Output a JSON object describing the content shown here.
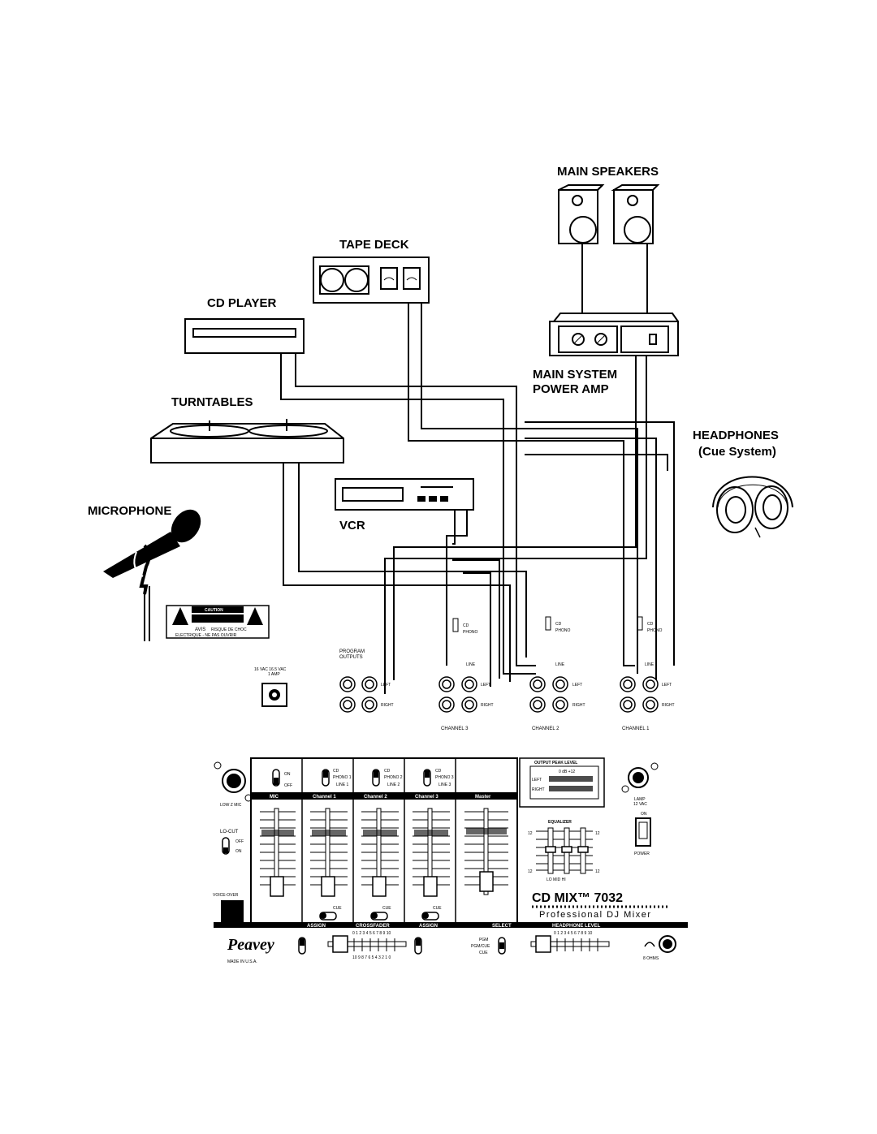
{
  "labels": {
    "main_speakers": "MAIN SPEAKERS",
    "tape_deck": "TAPE DECK",
    "cd_player": "CD PLAYER",
    "power_amp_line1": "MAIN SYSTEM",
    "power_amp_line2": "POWER AMP",
    "turntables": "TURNTABLES",
    "headphones_line1": "HEADPHONES",
    "headphones_line2": "(Cue System)",
    "microphone": "MICROPHONE",
    "vcr": "VCR"
  },
  "caution": {
    "title": "CAUTION",
    "avis": "AVIS",
    "avis_text": "RISQUE DE CHOC",
    "avis_text2": "ELECTRIQUE - NE PAS OUVRIR"
  },
  "rear_panel": {
    "program": "PROGRAM",
    "outputs": "OUTPUTS",
    "power_in": "16 VAC   16.5 VAC",
    "amp": "1 AMP",
    "left": "LEFT",
    "right": "RIGHT",
    "line": "LINE",
    "cd": "CD",
    "phono": "PHONO",
    "channel3": "CHANNEL  3",
    "channel2": "CHANNEL  2",
    "channel1": "CHANNEL  1"
  },
  "mixer": {
    "low_z_mic": "LOW Z MIC",
    "lo_cut": "LO-CUT",
    "off": "OFF",
    "on": "ON",
    "voice_over": "VOICE-OVER",
    "strip_headers": [
      "MIC",
      "Channel 1",
      "Channel 2",
      "Channel 3",
      "Master"
    ],
    "ch1_sel": [
      "CD",
      "PHONO 1",
      "LINE 1"
    ],
    "ch2_sel": [
      "CD",
      "PHONO 2",
      "LINE 2"
    ],
    "ch3_sel": [
      "CD",
      "PHONO 3",
      "LINE 3"
    ],
    "cue": "CUE",
    "output_peak_level": "OUTPUT PEAK LEVEL",
    "peak_scale": "0 dB   +12",
    "peak_left": "LEFT",
    "peak_right": "RIGHT",
    "equalizer": "EQUALIZER",
    "eq_bands": "LO    MID    HI",
    "eq_scale_top": "12",
    "lamp": "LAMP",
    "lamp_vac": "12 VAC",
    "power_on": "ON",
    "power": "POWER",
    "model": "CD MIX™ 7032",
    "subtitle": "Professional DJ Mixer",
    "bottom_headers": [
      "ASSIGN",
      "CROSSFADER",
      "ASSIGN",
      "SELECT",
      "HEADPHONE LEVEL"
    ],
    "crossfader_top": "0 1 2 3 4 5 6 7 8 9 10",
    "crossfader_bottom": "10 9 8 7 6 5 4 3 2 1 0",
    "hp_scale": "0 1 2 3 4 5 6 7 8 9 10",
    "select_opts": [
      "PGM",
      "PGM/CUE",
      "CUE"
    ],
    "brand": "Peavey",
    "made_in": "MADE IN U.S.A.",
    "ohms": "8 OHMS"
  }
}
